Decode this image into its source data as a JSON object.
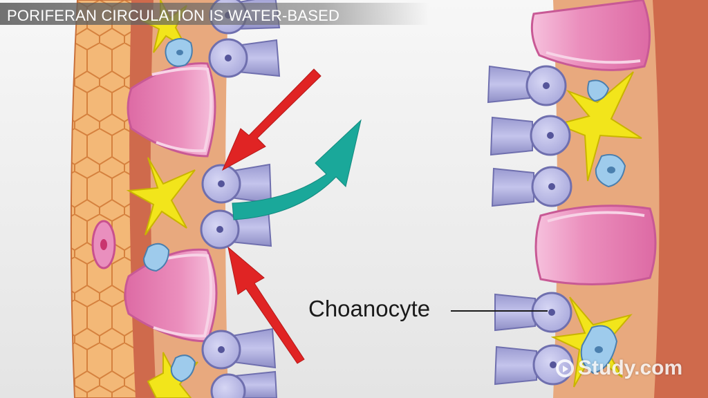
{
  "header": {
    "title": "PORIFERAN CIRCULATION IS WATER-BASED"
  },
  "diagram": {
    "labels": [
      {
        "id": "choanocyte",
        "text": "Choanocyte"
      }
    ],
    "arrows": {
      "inflow_color": "#e02424",
      "outflow_color": "#1aa89a"
    }
  },
  "watermark": {
    "text": "Study.com"
  },
  "colors": {
    "pinacocyte": "#f4bd7c",
    "mesohyl": "#e6a57a",
    "outer_wall": "#d0654a",
    "porocyte": "#e684b4",
    "choanocyte": "#b6b6e2",
    "spicule": "#f1e51a",
    "amoebocyte": "#9cc9ea"
  }
}
